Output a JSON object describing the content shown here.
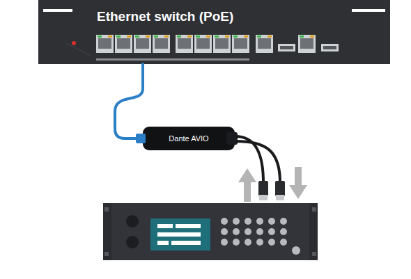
{
  "diagram": {
    "nodes": [
      {
        "text": [
          "Ethernet switch (PoE)"
        ]
      },
      {
        "text": [
          "Dante AVIO"
        ]
      }
    ],
    "edges": [
      {
        "from": 0,
        "to": 1,
        "arrow": "none"
      }
    ]
  }
}
